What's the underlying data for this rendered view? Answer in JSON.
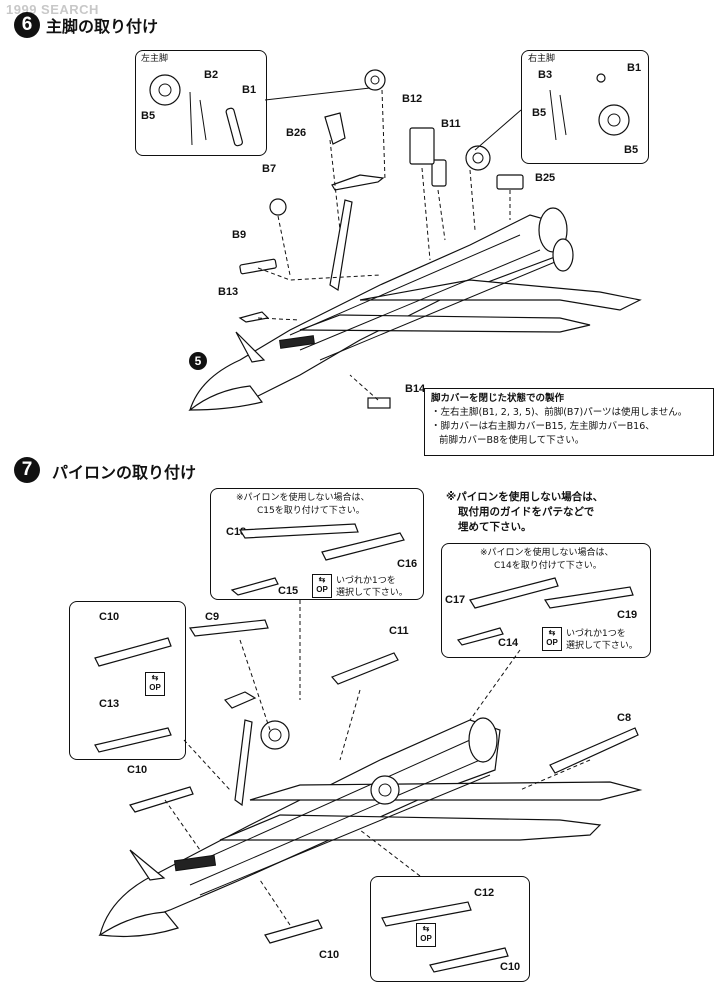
{
  "watermark": "1999 SEARCH",
  "step6": {
    "number": "6",
    "title": "主脚の取り付け",
    "left_box_title": "左主脚",
    "right_box_title": "右主脚",
    "left_box_parts": [
      "B2",
      "B1",
      "B5"
    ],
    "right_box_parts": [
      "B3",
      "B1",
      "B5",
      "B5"
    ],
    "parts": [
      "B12",
      "B11",
      "B26",
      "B25",
      "B7",
      "B9",
      "B13",
      "B14"
    ],
    "callout": "5",
    "note": {
      "heading": "脚カバーを閉じた状態での製作",
      "line1": "・左右主脚(B1, 2, 3, 5)、前脚(B7)パーツは使用しません。",
      "line2": "・脚カバーは右主脚カバーB15, 左主脚カバーB16、",
      "line3": "前脚カバーB8を使用して下さい。"
    }
  },
  "step7": {
    "number": "7",
    "title": "パイロンの取り付け",
    "box_center": {
      "note_line1": "※パイロンを使用しない場合は、",
      "note_line2": "C15を取り付けて下さい。",
      "parts": [
        "C18",
        "C16",
        "C15"
      ],
      "select_line1": "いづれか1つを",
      "select_line2": "選択して下さい。"
    },
    "guide_note": {
      "line1": "※パイロンを使用しない場合は、",
      "line2": "取付用のガイドをパテなどで",
      "line3": "埋めて下さい。"
    },
    "box_right": {
      "note_line1": "※パイロンを使用しない場合は、",
      "note_line2": "C14を取り付けて下さい。",
      "parts": [
        "C17",
        "C19",
        "C14"
      ],
      "select_line1": "いづれか1つを",
      "select_line2": "選択して下さい。"
    },
    "box_left_parts": [
      "C10",
      "C13"
    ],
    "box_bottom_parts": [
      "C12",
      "C10"
    ],
    "parts": [
      "C9",
      "C11",
      "C8",
      "C10",
      "C10"
    ],
    "op_label": "OP"
  }
}
